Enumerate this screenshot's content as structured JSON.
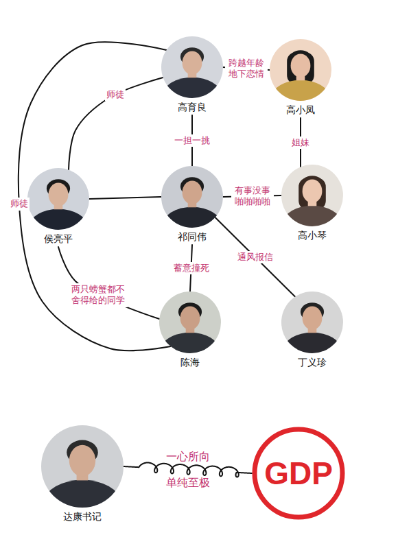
{
  "diagram": {
    "nodes": [
      {
        "text": [
          "高育良"
        ]
      },
      {
        "text": [
          "高小凤"
        ]
      },
      {
        "text": [
          "侯亮平"
        ]
      },
      {
        "text": [
          "祁同伟"
        ]
      },
      {
        "text": [
          "高小琴"
        ]
      },
      {
        "text": [
          "陈海"
        ]
      },
      {
        "text": [
          "丁义珍"
        ]
      },
      {
        "text": [
          "达康书记"
        ]
      },
      {
        "text": [
          "GDP"
        ]
      }
    ],
    "edges": [
      {
        "from": 0,
        "to": 1,
        "label": "跨越年龄 地下恋情",
        "arrow": "none"
      },
      {
        "from": 1,
        "to": 4,
        "label": "姐妹",
        "arrow": "none"
      },
      {
        "from": 0,
        "to": 3,
        "label": "一担一挑",
        "arrow": "none"
      },
      {
        "from": 3,
        "to": 4,
        "label": "有事没事 啪啪啪啪",
        "arrow": "none"
      },
      {
        "from": 0,
        "to": 2,
        "label": "师徒",
        "arrow": "none"
      },
      {
        "from": 0,
        "to": 5,
        "label": "师徒",
        "arrow": "none"
      },
      {
        "from": 2,
        "to": 3,
        "arrow": "none"
      },
      {
        "from": 3,
        "to": 5,
        "label": "蓄意撞死",
        "arrow": "none"
      },
      {
        "from": 3,
        "to": 6,
        "label": "通风报信",
        "arrow": "none"
      },
      {
        "from": 2,
        "to": 5,
        "label": "两只螃蟹都不舍得给的同学",
        "arrow": "none"
      },
      {
        "from": 7,
        "to": 8,
        "label": "一心所向 单纯至极",
        "arrow": "none"
      }
    ]
  }
}
